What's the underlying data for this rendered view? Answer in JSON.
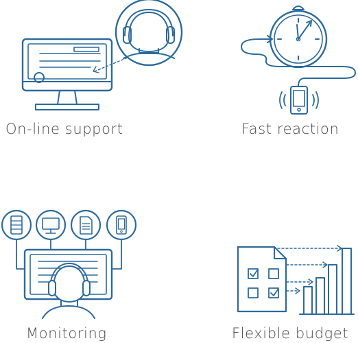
{
  "colors": {
    "line": "#2b6a9c",
    "caption": "#4a4a4a",
    "background": "#ffffff"
  },
  "features": [
    {
      "label": "On-line support",
      "icon": "online-support-icon"
    },
    {
      "label": "Fast reaction",
      "icon": "fast-reaction-icon"
    },
    {
      "label": "Monitoring",
      "icon": "monitoring-icon"
    },
    {
      "label": "Flexible budget",
      "icon": "flexible-budget-icon"
    }
  ],
  "checklist": [
    {
      "checked": true
    },
    {
      "checked": false
    },
    {
      "checked": false
    },
    {
      "checked": true
    }
  ]
}
